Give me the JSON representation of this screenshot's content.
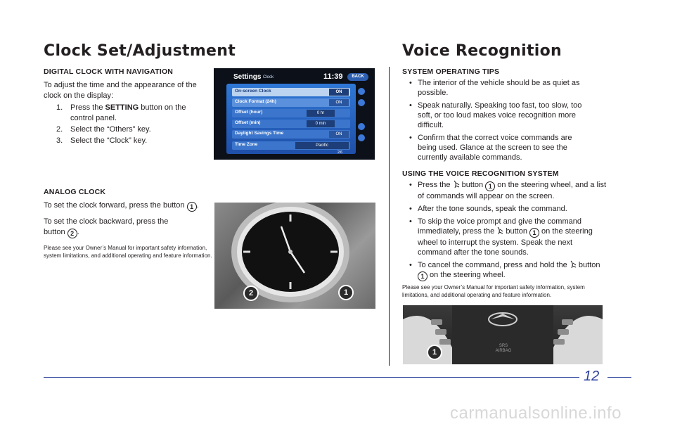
{
  "page_number": "12",
  "left": {
    "title": "Clock Set/Adjustment",
    "digital": {
      "heading": "DIGITAL CLOCK WITH NAVIGATION",
      "intro": "To adjust the time and the appearance of the clock on the display:",
      "steps": [
        {
          "num": "1.",
          "pre": "Press the ",
          "bold": "SETTING",
          "post": " button on the control panel."
        },
        {
          "num": "2.",
          "text": "Select the “Others” key."
        },
        {
          "num": "3.",
          "text": "Select the “Clock” key."
        }
      ]
    },
    "screen": {
      "title": "Settings",
      "crumb": "Clock",
      "time": "11:39",
      "back": "BACK",
      "rows": [
        {
          "label": "On-screen Clock",
          "value": "ON"
        },
        {
          "label": "Clock Format (24h)",
          "value": "ON"
        },
        {
          "label": "Offset (hour)",
          "value": "0 hr"
        },
        {
          "label": "Offset (min)",
          "value": "0 min"
        },
        {
          "label": "Daylight Savings Time",
          "value": "ON"
        },
        {
          "label": "Time Zone",
          "value": "Pacific"
        }
      ],
      "pager": "2/6"
    },
    "analog": {
      "heading": "ANALOG CLOCK",
      "forward_pre": "To set the clock forward, press the button ",
      "forward_num": "1",
      "forward_post": ".",
      "backward_pre": "To set the clock backward, press the button ",
      "backward_num": "2",
      "backward_post": ".",
      "note": "Please see your Owner’s Manual for important safety information, system limitations, and additional operating and feature information.",
      "callout_1": "1",
      "callout_2": "2"
    }
  },
  "right": {
    "title": "Voice Recognition",
    "tips_heading": "SYSTEM OPERATING TIPS",
    "tips": [
      "The interior of the vehicle should be as quiet as possible.",
      "Speak naturally. Speaking too fast, too slow, too soft, or too loud makes voice recognition more difficult.",
      "Confirm that the correct voice commands are being used. Glance at the screen to see the currently available commands."
    ],
    "using_heading": "USING THE VOICE RECOGNITION SYSTEM",
    "using": {
      "b1_pre": "Press the ",
      "b1_mid": " button ",
      "b1_num": "1",
      "b1_post": " on the steering wheel, and a list of commands will appear on the screen.",
      "b2": "After the tone sounds, speak the command.",
      "b3_pre": "To skip the voice prompt and give the command immediately, press the ",
      "b3_mid": " button ",
      "b3_num": "1",
      "b3_post": " on the steering wheel to interrupt the system. Speak the next command after the tone sounds.",
      "b4_pre": "To cancel the command, press and hold the ",
      "b4_mid": " button ",
      "b4_num": "1",
      "b4_post": " on the steering wheel."
    },
    "note": "Please see your Owner’s Manual for important safety information, system limitations, and additional operating and feature information.",
    "wheel_text": "SRS AIRBAG",
    "callout_1": "1"
  },
  "watermark": "carmanualsonline.info"
}
